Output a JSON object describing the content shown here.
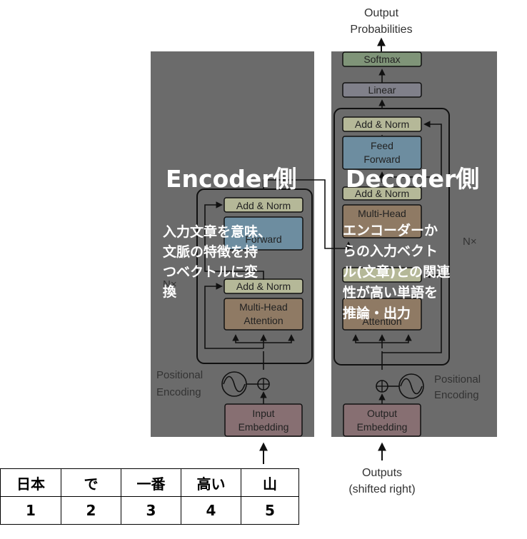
{
  "diagram": {
    "output_label_line1": "Output",
    "output_label_line2": "Probabilities",
    "encoder": {
      "heading": "Encoder側",
      "add_norm_top": "Add & Norm",
      "feed_forward_partial": "Forward",
      "add_norm_bottom": "Add & Norm",
      "attention_line1": "Multi-Head",
      "attention_line2": "Attention",
      "nx_label": "N×",
      "positional_line1": "Positional",
      "positional_line2": "Encoding",
      "embedding_line1": "Input",
      "embedding_line2": "Embedding",
      "description_lines": [
        "入力文章を意味、",
        "文脈の特徴を持",
        "つベクトルに変",
        "換"
      ]
    },
    "decoder": {
      "heading": "Decoder側",
      "softmax": "Softmax",
      "linear": "Linear",
      "add_norm_top": "Add & Norm",
      "feed_line1": "Feed",
      "feed_line2": "Forward",
      "add_norm_mid": "Add & Norm",
      "attention_line1": "Multi-Head",
      "attention_partial_bottom": "Attention",
      "nx_label": "N×",
      "positional_line1": "Positional",
      "positional_line2": "Encoding",
      "embedding_line1": "Output",
      "embedding_line2": "Embedding",
      "description_lines": [
        "エンコーダーか",
        "らの入力ベクト",
        "ル(文章)との関連",
        "性が高い単語を",
        "推論・出力"
      ]
    },
    "outputs_line1": "Outputs",
    "outputs_line2": "(shifted right)"
  },
  "token_table": {
    "words": [
      "日本",
      "で",
      "一番",
      "高い",
      "山"
    ],
    "indices": [
      "1",
      "2",
      "3",
      "4",
      "5"
    ]
  },
  "colors": {
    "overlay": "#6b6b6b",
    "add_norm": "#b5b898",
    "feed_forward": "#6d8da0",
    "attention": "#8f7a64",
    "embedding": "#876f72",
    "linear": "#80808a",
    "softmax": "#7f9478"
  }
}
